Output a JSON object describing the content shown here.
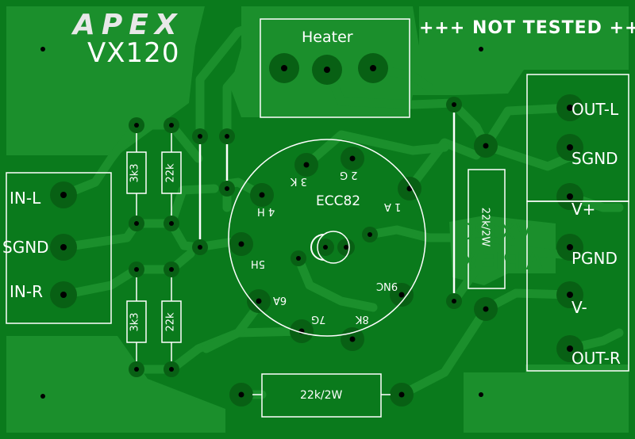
{
  "board": {
    "brand": "APEX",
    "model": "VX120",
    "warning": "+++ NOT TESTED +++",
    "colors": {
      "copper": "#1b8f2c",
      "base": "#0a7a1c",
      "pad": "#086014",
      "silk": "#ffffff",
      "hole": "#000000"
    }
  },
  "connectors": {
    "input": [
      "IN-L",
      "SGND",
      "IN-R"
    ],
    "output": [
      "OUT-L",
      "SGND",
      "V+"
    ],
    "power": [
      "PGND",
      "V-",
      "OUT-R"
    ],
    "heater": "Heater"
  },
  "tube": {
    "type": "ECC82",
    "pins": [
      "1 A",
      "2 G",
      "3 K",
      "4 H",
      "5H",
      "6A",
      "7G",
      "8K",
      "9NC"
    ]
  },
  "resistors": {
    "r_in_top_a": "3k3",
    "r_in_top_b": "22k",
    "r_in_bot_a": "3k3",
    "r_in_bot_b": "22k",
    "r_plate_vertical": "22k/2W",
    "r_plate_horizontal": "22k/2W"
  }
}
